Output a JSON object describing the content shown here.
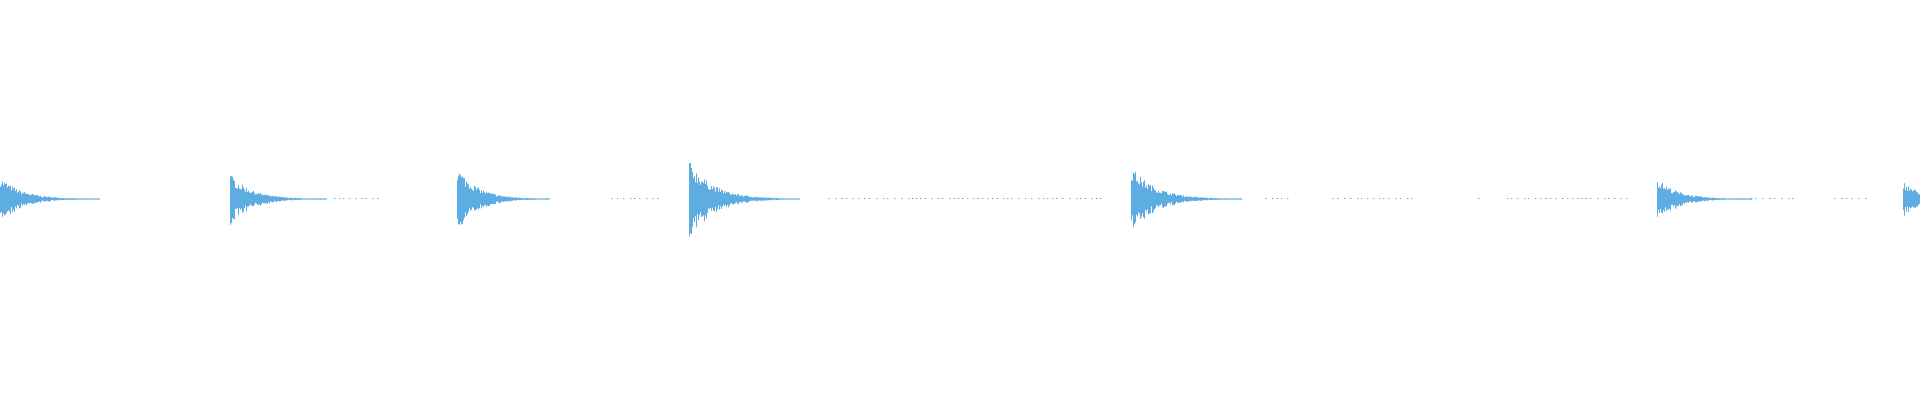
{
  "waveform": {
    "color": "#5dade2",
    "background": "#ffffff",
    "bursts": [
      {
        "start": 0.0,
        "peak_amplitude": 0.55,
        "decay": 0.45
      },
      {
        "start": 0.12,
        "peak_amplitude": 0.62,
        "decay": 0.42
      },
      {
        "start": 0.238,
        "peak_amplitude": 0.8,
        "decay": 0.38
      },
      {
        "start": 0.359,
        "peak_amplitude": 0.95,
        "decay": 0.55
      },
      {
        "start": 0.589,
        "peak_amplitude": 0.82,
        "decay": 0.55
      },
      {
        "start": 0.863,
        "peak_amplitude": 0.52,
        "decay": 0.4
      },
      {
        "start": 0.991,
        "peak_amplitude": 0.45,
        "decay": 0.3
      }
    ],
    "residual_segments": [
      {
        "start": 0.174,
        "end": 0.197
      },
      {
        "start": 0.285,
        "end": 0.288
      },
      {
        "start": 0.318,
        "end": 0.343
      },
      {
        "start": 0.431,
        "end": 0.574
      },
      {
        "start": 0.659,
        "end": 0.672
      },
      {
        "start": 0.694,
        "end": 0.736
      },
      {
        "start": 0.77,
        "end": 0.769
      },
      {
        "start": 0.785,
        "end": 0.849
      },
      {
        "start": 0.912,
        "end": 0.934
      },
      {
        "start": 0.955,
        "end": 0.973
      }
    ]
  }
}
